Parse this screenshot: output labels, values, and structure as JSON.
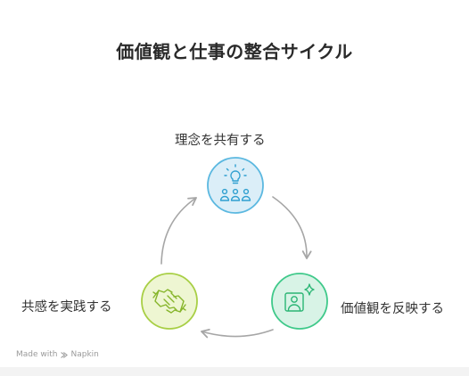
{
  "title": "価値観と仕事の整合サイクル",
  "stages": [
    {
      "id": "share",
      "label": "理念を共有する",
      "icon": "lightbulb-team-icon",
      "fill": "#dbeef8",
      "stroke": "#5bb8e0"
    },
    {
      "id": "reflect",
      "label": "価値観を反映する",
      "icon": "portrait-sparkle-icon",
      "fill": "#d8f3e6",
      "stroke": "#3fc98a"
    },
    {
      "id": "practice",
      "label": "共感を実践する",
      "icon": "handshake-icon",
      "fill": "#eef6d2",
      "stroke": "#a8cf45"
    }
  ],
  "arrow_color": "#a6a6a6",
  "footer": {
    "prefix": "Made with",
    "brand": "Napkin"
  }
}
